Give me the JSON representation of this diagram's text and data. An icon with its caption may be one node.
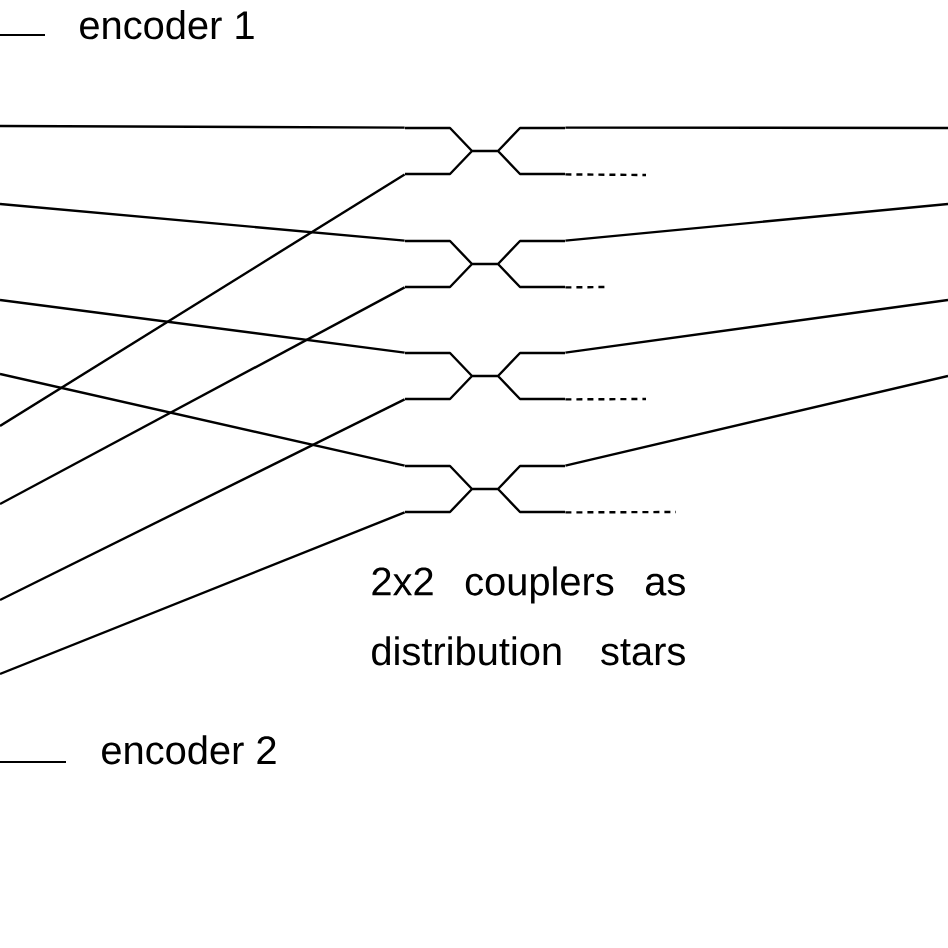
{
  "diagram": {
    "nodes": [
      {
        "text": [],
        "shape": "picture"
      },
      {
        "text": [],
        "shape": "picture"
      },
      {
        "text": [],
        "shape": "picture"
      },
      {
        "text": [],
        "shape": "picture"
      }
    ],
    "edges": [
      {
        "from": null,
        "to": 0,
        "arrow": "none"
      },
      {
        "from": null,
        "to": 1,
        "arrow": "none"
      },
      {
        "from": null,
        "to": 2,
        "arrow": "none"
      },
      {
        "from": null,
        "to": 3,
        "arrow": "none"
      },
      {
        "from": null,
        "to": 0,
        "arrow": "none"
      },
      {
        "from": null,
        "to": 1,
        "arrow": "none"
      },
      {
        "from": null,
        "to": 2,
        "arrow": "none"
      },
      {
        "from": null,
        "to": 3,
        "arrow": "none"
      },
      {
        "from": 0,
        "to": null,
        "arrow": "none"
      },
      {
        "from": 1,
        "to": null,
        "arrow": "none"
      },
      {
        "from": 2,
        "to": null,
        "arrow": "none"
      },
      {
        "from": 3,
        "to": null,
        "arrow": "none"
      },
      {
        "from": 0,
        "to": null,
        "arrow": "none",
        "style": "dashed"
      },
      {
        "from": 1,
        "to": null,
        "arrow": "none",
        "style": "dashed"
      },
      {
        "from": 2,
        "to": null,
        "arrow": "none",
        "style": "dashed"
      },
      {
        "from": 3,
        "to": null,
        "arrow": "none",
        "style": "dashed"
      }
    ],
    "labels": [
      "2x2 couplers as distribution stars"
    ],
    "legend": [
      {
        "text": "encoder 1"
      },
      {
        "text": "encoder 2"
      }
    ]
  }
}
